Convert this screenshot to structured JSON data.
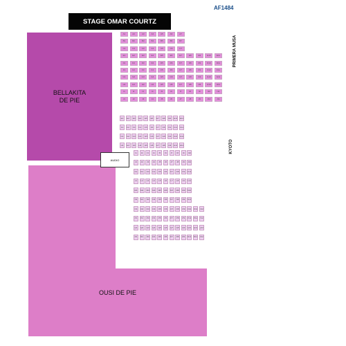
{
  "event_code": "AF1484",
  "stage": {
    "label": "STAGE OMAR COURTZ"
  },
  "zones": {
    "bellakita": {
      "label": "BELLAKITA\nDE PIE",
      "color": "#b54aaa"
    },
    "ousi": {
      "label": "OUSI DE PIE",
      "color": "#dd7ec8"
    },
    "audio": {
      "label": "AUDIO"
    },
    "primera": {
      "label": "PRIMERA MUSA"
    },
    "kyoto": {
      "label": "KYOTO"
    }
  },
  "seat_colors": {
    "upper": "#e48fdc",
    "lower": "#eecff0"
  },
  "upper_rows": [
    {
      "row": "A",
      "count": 7
    },
    {
      "row": "B",
      "count": 7
    },
    {
      "row": "C",
      "count": 7
    },
    {
      "row": "E",
      "count": 11
    },
    {
      "row": "D",
      "count": 11
    },
    {
      "row": "F",
      "count": 11
    },
    {
      "row": "G",
      "count": 11
    },
    {
      "row": "H",
      "count": 11
    },
    {
      "row": "I",
      "count": 11
    },
    {
      "row": "J",
      "count": 11
    }
  ],
  "lower_rows": [
    {
      "row": "E",
      "count": 11
    },
    {
      "row": "F",
      "count": 11
    },
    {
      "row": "G",
      "count": 11
    },
    {
      "row": "H",
      "count": 11
    },
    {
      "row": "I",
      "count": 10
    },
    {
      "row": "J",
      "count": 10
    },
    {
      "row": "K",
      "count": 10
    },
    {
      "row": "L",
      "count": 10
    },
    {
      "row": "M",
      "count": 10
    },
    {
      "row": "N",
      "count": 10
    },
    {
      "row": "O",
      "count": 12
    },
    {
      "row": "P",
      "count": 12
    },
    {
      "row": "Q",
      "count": 12
    },
    {
      "row": "R",
      "count": 12
    }
  ]
}
